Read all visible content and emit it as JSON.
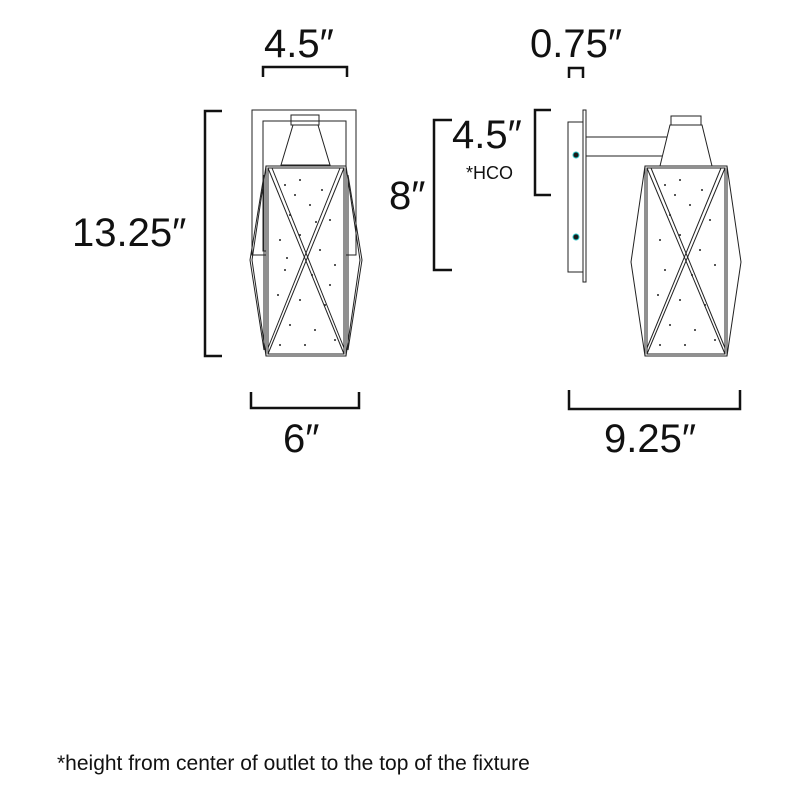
{
  "front_view": {
    "top_width": "4.5″",
    "height": "13.25″",
    "bottom_width": "6″"
  },
  "side_view": {
    "backplate_depth": "0.75″",
    "hco_value": "4.5″",
    "hco_label": "*HCO",
    "backplate_height": "8″",
    "extension": "9.25″"
  },
  "footnote": "*height from center of outlet to the top of the fixture",
  "colors": {
    "line": "#111111",
    "screw_accent": "#2ec4c4"
  }
}
